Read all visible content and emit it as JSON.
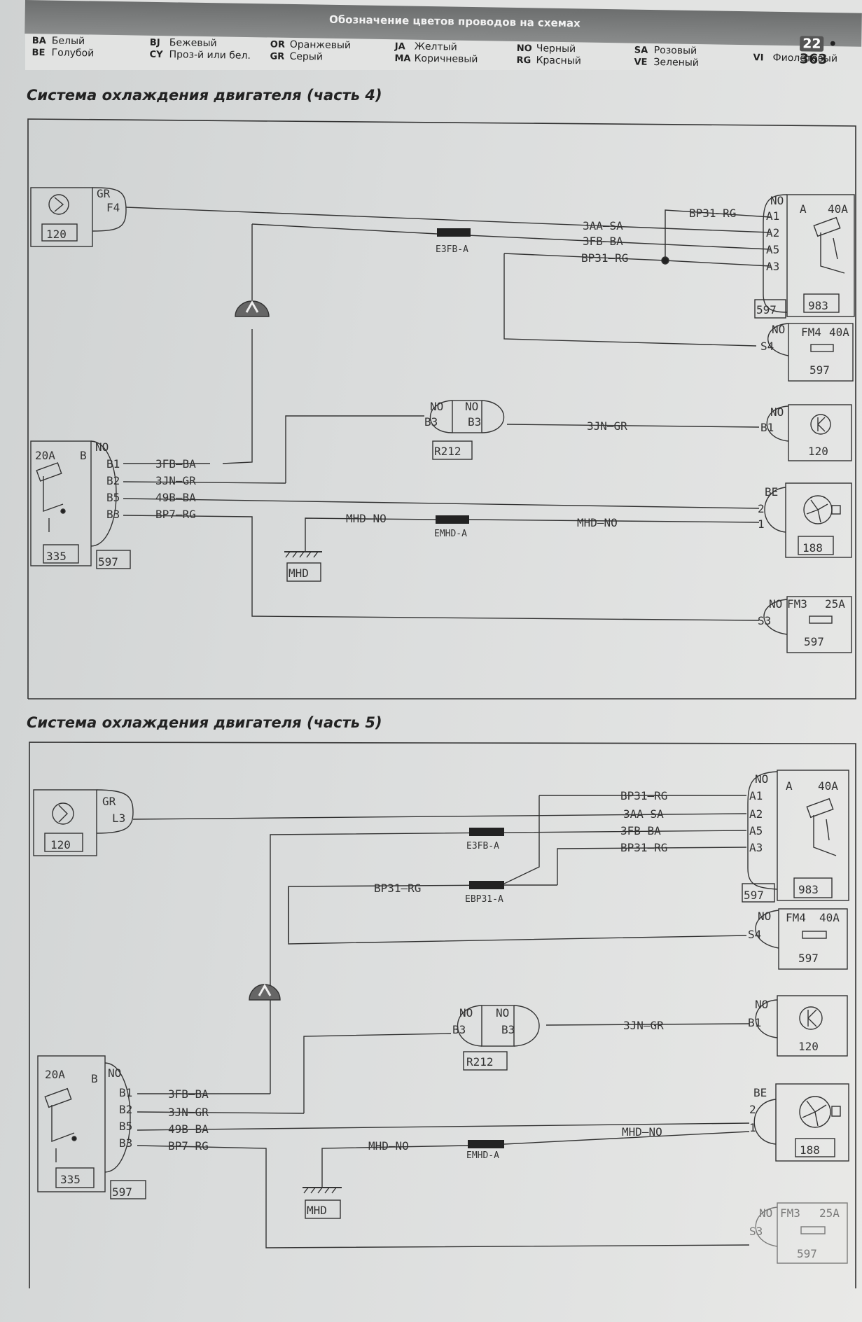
{
  "header": {
    "title": "Обозначение цветов проводов на схемах",
    "chapter": "22",
    "page": "363"
  },
  "legend": [
    {
      "code": "BA",
      "label": "Белый"
    },
    {
      "code": "BE",
      "label": "Голубой"
    },
    {
      "code": "BJ",
      "label": "Бежевый"
    },
    {
      "code": "CY",
      "label": "Проз-й или бел."
    },
    {
      "code": "OR",
      "label": "Оранжевый"
    },
    {
      "code": "GR",
      "label": "Серый"
    },
    {
      "code": "JA",
      "label": "Желтый"
    },
    {
      "code": "MA",
      "label": "Коричневый"
    },
    {
      "code": "NO",
      "label": "Черный"
    },
    {
      "code": "RG",
      "label": "Красный"
    },
    {
      "code": "SA",
      "label": "Розовый"
    },
    {
      "code": "VE",
      "label": "Зеленый"
    },
    {
      "code": "VI",
      "label": "Фиолетовый"
    }
  ],
  "sections": [
    {
      "title": "Система охлаждения двигателя (часть 4)"
    },
    {
      "title": "Система охлаждения двигателя (часть 5)"
    }
  ],
  "labels": {
    "gr": "GR",
    "f4": "F4",
    "l3": "L3",
    "n120": "120",
    "no": "NO",
    "a": "A",
    "a40": "40A",
    "a1": "A1",
    "a2": "A2",
    "a5": "A5",
    "a3": "A3",
    "n597": "597",
    "n983": "983",
    "s4": "S4",
    "fm4": "FM4",
    "fm3": "FM3",
    "a25": "25A",
    "s3": "S3",
    "b1": "B1",
    "b2": "B2",
    "b5": "B5",
    "b3": "B3",
    "b": "B",
    "a20": "20A",
    "n335": "335",
    "r212": "R212",
    "be": "BE",
    "n2": "2",
    "n1": "1",
    "n188": "188",
    "mhd": "MHD",
    "w_3aa": "3AA—SA",
    "w_3fb": "3FB—BA",
    "w_bp31": "BP31—RG",
    "w_3jn": "3JN—GR",
    "w_3fb_b": "3FB—BA",
    "w_3jn_b": "3JN—GR",
    "w_49b": "49B—BA",
    "w_bp7": "BP7—RG",
    "w_mhd": "MHD—NO",
    "e3fb": "E3FB-A",
    "emhd": "EMHD-A",
    "ebp31": "EBP31-A"
  }
}
